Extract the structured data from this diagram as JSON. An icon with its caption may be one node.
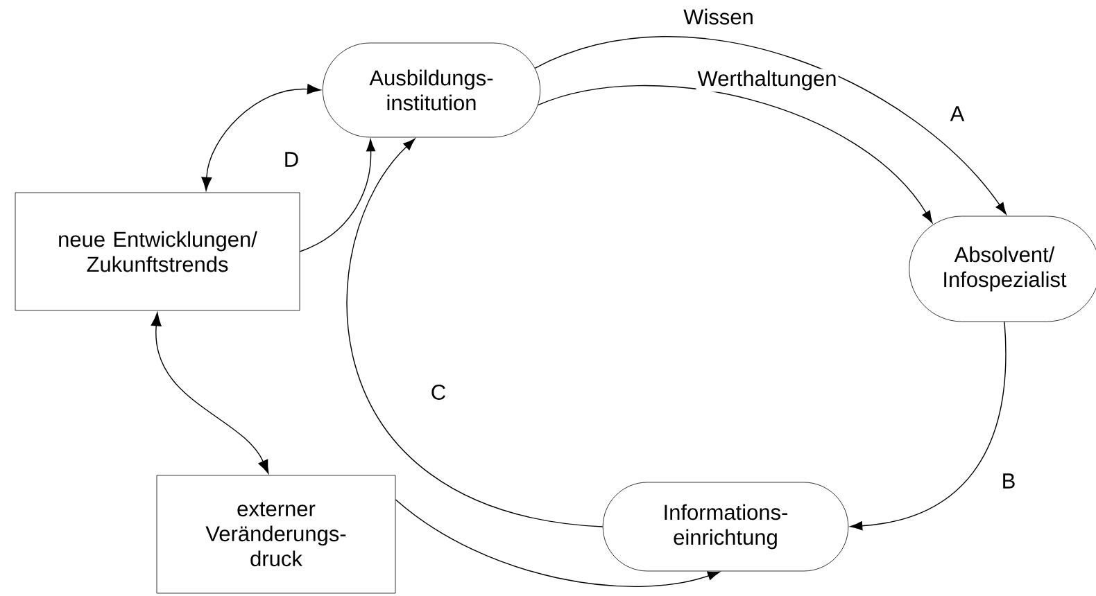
{
  "diagram": {
    "nodes": [
      {
        "text": [
          "Ausbildungs- institution"
        ]
      },
      {
        "text": [
          "Absolvent/ Infospezialist"
        ]
      },
      {
        "text": [
          "neue Entwicklungen/ Zukunftstrends"
        ]
      },
      {
        "text": [
          "Informations- einrichtung"
        ]
      },
      {
        "text": [
          "externer Veränderungs- druck"
        ]
      }
    ],
    "edges": [
      {
        "from": 0,
        "to": 1,
        "arrow": "to",
        "label": "Wissen"
      },
      {
        "from": 0,
        "to": 1,
        "arrow": "to",
        "label": "Werthaltungen"
      },
      {
        "from": 1,
        "to": 3,
        "arrow": "to"
      },
      {
        "from": 3,
        "to": 0,
        "arrow": "to"
      },
      {
        "from": 2,
        "to": 0,
        "arrow": "to"
      },
      {
        "from": 2,
        "to": 0,
        "arrow": "both"
      },
      {
        "from": 2,
        "to": 4,
        "arrow": "both"
      },
      {
        "from": 4,
        "to": 3,
        "arrow": "to"
      }
    ],
    "labels": [
      "D",
      "A",
      "C",
      "B"
    ]
  }
}
